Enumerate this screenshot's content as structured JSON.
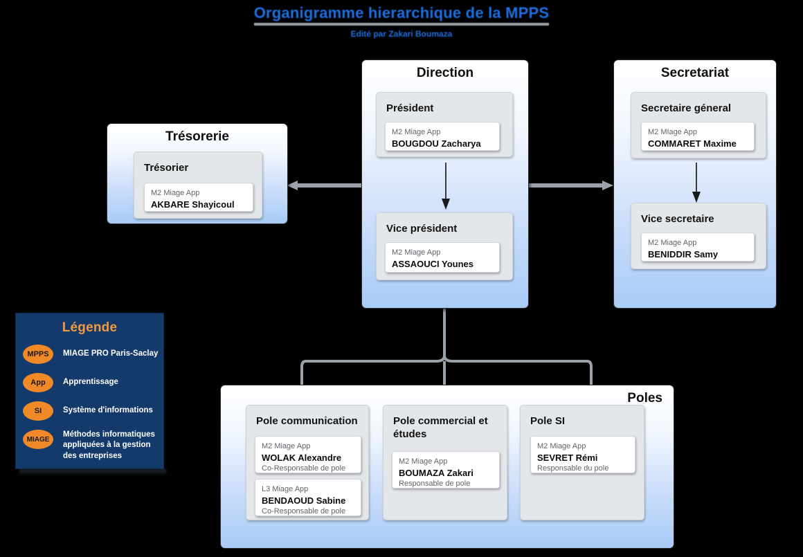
{
  "header": {
    "title": "Organigramme hierarchique de la MPPS",
    "subtitle": "Edité par Zakari Boumaza"
  },
  "units": {
    "tresorerie": {
      "name": "Trésorerie",
      "groups": [
        {
          "title": "Trésorier",
          "people": [
            {
              "program": "M2 Miage App",
              "name": "AKBARE Shayicoul",
              "role": ""
            }
          ]
        }
      ]
    },
    "direction": {
      "name": "Direction",
      "groups": [
        {
          "title": "Président",
          "people": [
            {
              "program": "M2 Miage App",
              "name": "BOUGDOU Zacharya",
              "role": ""
            }
          ]
        },
        {
          "title": "Vice président",
          "people": [
            {
              "program": "M2 Miage App",
              "name": "ASSAOUCI Younes",
              "role": ""
            }
          ]
        }
      ]
    },
    "secretariat": {
      "name": "Secretariat",
      "groups": [
        {
          "title": "Secretaire géneral",
          "people": [
            {
              "program": "M2 MIage App",
              "name": "COMMARET Maxime",
              "role": ""
            }
          ]
        },
        {
          "title": "Vice secretaire",
          "people": [
            {
              "program": "M2 Miage App",
              "name": "BENIDDIR Samy",
              "role": ""
            }
          ]
        }
      ]
    },
    "poles": {
      "name": "Poles",
      "groups": [
        {
          "title": "Pole communication",
          "people": [
            {
              "program": "M2 Miage App",
              "name": "WOLAK Alexandre",
              "role": "Co-Responsable de pole"
            },
            {
              "program": "L3 Miage App",
              "name": "BENDAOUD Sabine",
              "role": "Co-Responsable de pole"
            }
          ]
        },
        {
          "title": "Pole commercial et études",
          "people": [
            {
              "program": "M2 Miage App",
              "name": "BOUMAZA Zakari",
              "role": "Responsable de pole"
            }
          ]
        },
        {
          "title": "Pole SI",
          "people": [
            {
              "program": "M2 Miage App",
              "name": "SEVRET Rémi",
              "role": "Responsable du pole"
            }
          ]
        }
      ]
    }
  },
  "legend": {
    "title": "Légende",
    "items": [
      {
        "abbr": "MPPS",
        "text": "MIAGE PRO Paris-Saclay"
      },
      {
        "abbr": "App",
        "text": "Apprentissage"
      },
      {
        "abbr": "SI",
        "text": "Système d'informations"
      },
      {
        "abbr": "MIAGE",
        "text": "Méthodes informatiques appliquées à la gestion des entreprises"
      }
    ]
  },
  "colors": {
    "title_blue": "#1f6fe0",
    "panel_blue": "#a8cbf7",
    "legend_bg": "#133a6b",
    "legend_accent": "#f08a28",
    "connector": "#9aa1a8"
  }
}
